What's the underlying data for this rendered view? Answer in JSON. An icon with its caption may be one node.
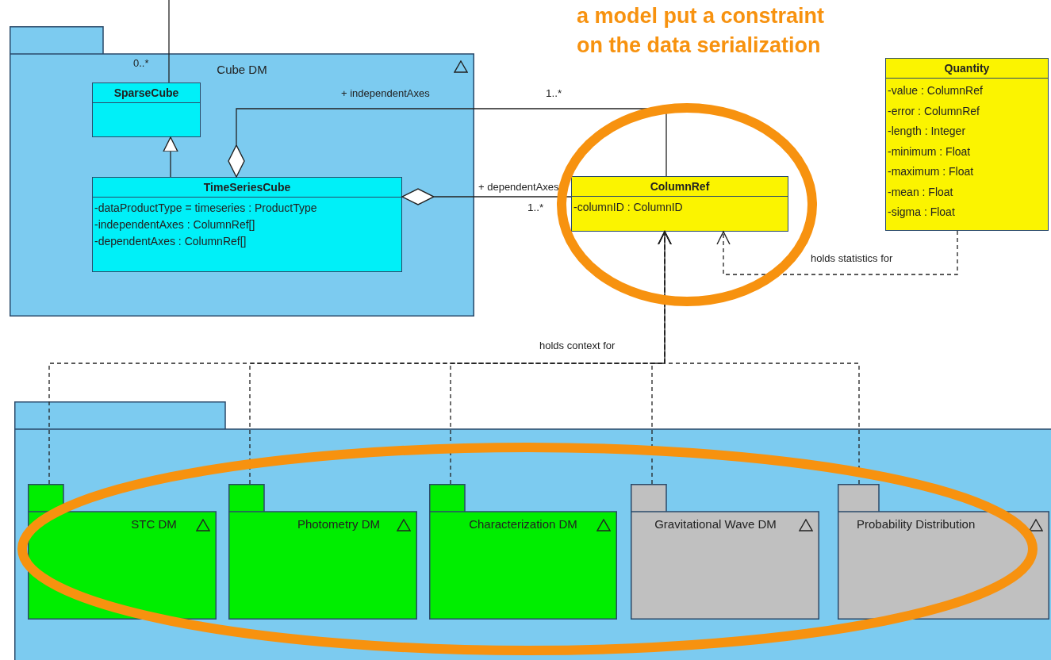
{
  "diagram": {
    "nodes": [
      {
        "text": [
          "Cube DM"
        ]
      },
      {
        "text": [
          "SparseCube"
        ],
        "in": 0
      },
      {
        "text": [
          "TimeSeriesCube",
          "-dataProductType = timeseries : ProductType",
          "-independentAxes : ColumnRef[]",
          "-dependentAxes : ColumnRef[]"
        ],
        "in": 0
      },
      {
        "text": [
          "ColumnRef",
          "-columnID : ColumnID"
        ]
      },
      {
        "text": [
          "Quantity",
          "-value : ColumnRef",
          "-error : ColumnRef",
          "-length : Integer",
          "-minimum : Float",
          "-maximum : Float",
          "-mean : Float",
          "-sigma : Float"
        ]
      },
      {
        "text": [],
        "shape": "box"
      },
      {
        "text": [
          "STC DM"
        ],
        "in": 5
      },
      {
        "text": [
          "Photometry DM"
        ],
        "in": 5
      },
      {
        "text": [
          "Characterization DM"
        ],
        "in": 5
      },
      {
        "text": [
          "Gravitational Wave DM"
        ],
        "in": 5
      },
      {
        "text": [
          "Probability Distribution"
        ],
        "in": 5
      }
    ],
    "edges": [
      {
        "from": null,
        "to": 1,
        "arrow": "none",
        "label": "0..*"
      },
      {
        "from": 2,
        "to": 1,
        "arrow": "to"
      },
      {
        "from": 2,
        "to": 3,
        "arrow": "other",
        "label": "+ independentAxes"
      },
      {
        "from": 2,
        "to": 3,
        "arrow": "other",
        "label": "+ dependentAxes"
      },
      {
        "from": 4,
        "to": 3,
        "arrow": "to",
        "style": "dashed",
        "label": "holds statistics for"
      },
      {
        "from": 6,
        "to": 3,
        "arrow": "to",
        "style": "dashed",
        "label": "holds context for"
      },
      {
        "from": 7,
        "to": 3,
        "arrow": "to",
        "style": "dashed"
      },
      {
        "from": 8,
        "to": 3,
        "arrow": "to",
        "style": "dashed"
      },
      {
        "from": 9,
        "to": 3,
        "arrow": "to",
        "style": "dashed"
      },
      {
        "from": 10,
        "to": 3,
        "arrow": "to",
        "style": "dashed"
      }
    ],
    "labels": [
      "a model put a constraint on the data serialization",
      "1..*",
      "1..*"
    ]
  }
}
